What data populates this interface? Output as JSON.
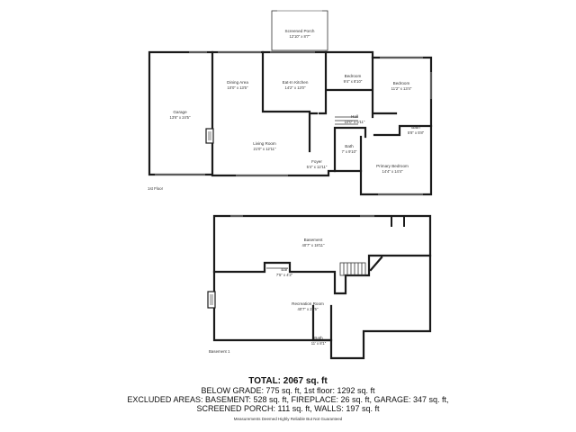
{
  "floors": [
    {
      "label": "1st Floor"
    },
    {
      "label": "Basement 1"
    }
  ],
  "rooms": {
    "screened_porch": {
      "name": "Screened Porch",
      "dims": "12'10\" x 8'7\""
    },
    "garage": {
      "name": "Garage",
      "dims": "13'6\" x 24'5\""
    },
    "dining_area": {
      "name": "Dining Area",
      "dims": "10'0\" x 13'5\""
    },
    "eat_in_kitchen": {
      "name": "Eat-In Kitchen",
      "dims": "14'2\" x 13'0\""
    },
    "bedroom_1": {
      "name": "Bedroom",
      "dims": "9'4\" x 8'10\""
    },
    "bedroom_2": {
      "name": "Bedroom",
      "dims": "11'2\" x 13'4\""
    },
    "hall": {
      "name": "Hall",
      "dims": "10'0\" x 5'11\""
    },
    "bath_upper_right": {
      "name": "Bath",
      "dims": "5'8\" x 5'8\""
    },
    "living_room": {
      "name": "Living Room",
      "dims": "21'0\" x 12'11\""
    },
    "bath_center": {
      "name": "Bath",
      "dims": "7' x 9'10\""
    },
    "foyer": {
      "name": "Foyer",
      "dims": "5'4\" x 12'11\""
    },
    "primary_bedroom": {
      "name": "Primary Bedroom",
      "dims": "14'4\" x 14'4\""
    },
    "basement": {
      "name": "Basement",
      "dims": "40'7\" x 18'11\""
    },
    "bar": {
      "name": "Bar",
      "dims": "7'5\" x 4'2\""
    },
    "recreation_room": {
      "name": "Recreation Room",
      "dims": "40'7\" x 21'5\""
    },
    "bath_basement": {
      "name": "Bath",
      "dims": "11' x 8'1\""
    }
  },
  "summary": {
    "total": "TOTAL: 2067 sq. ft",
    "line1": "BELOW GRADE: 775 sq. ft, 1st floor: 1292 sq. ft",
    "line2": "EXCLUDED AREAS: BASEMENT: 528 sq. ft, FIREPLACE: 26 sq. ft, GARAGE: 347 sq. ft,",
    "line3": "SCREENED PORCH: 111 sq. ft, WALLS: 197 sq. ft",
    "note": "Measurements Deemed Highly Reliable But Not Guaranteed"
  }
}
